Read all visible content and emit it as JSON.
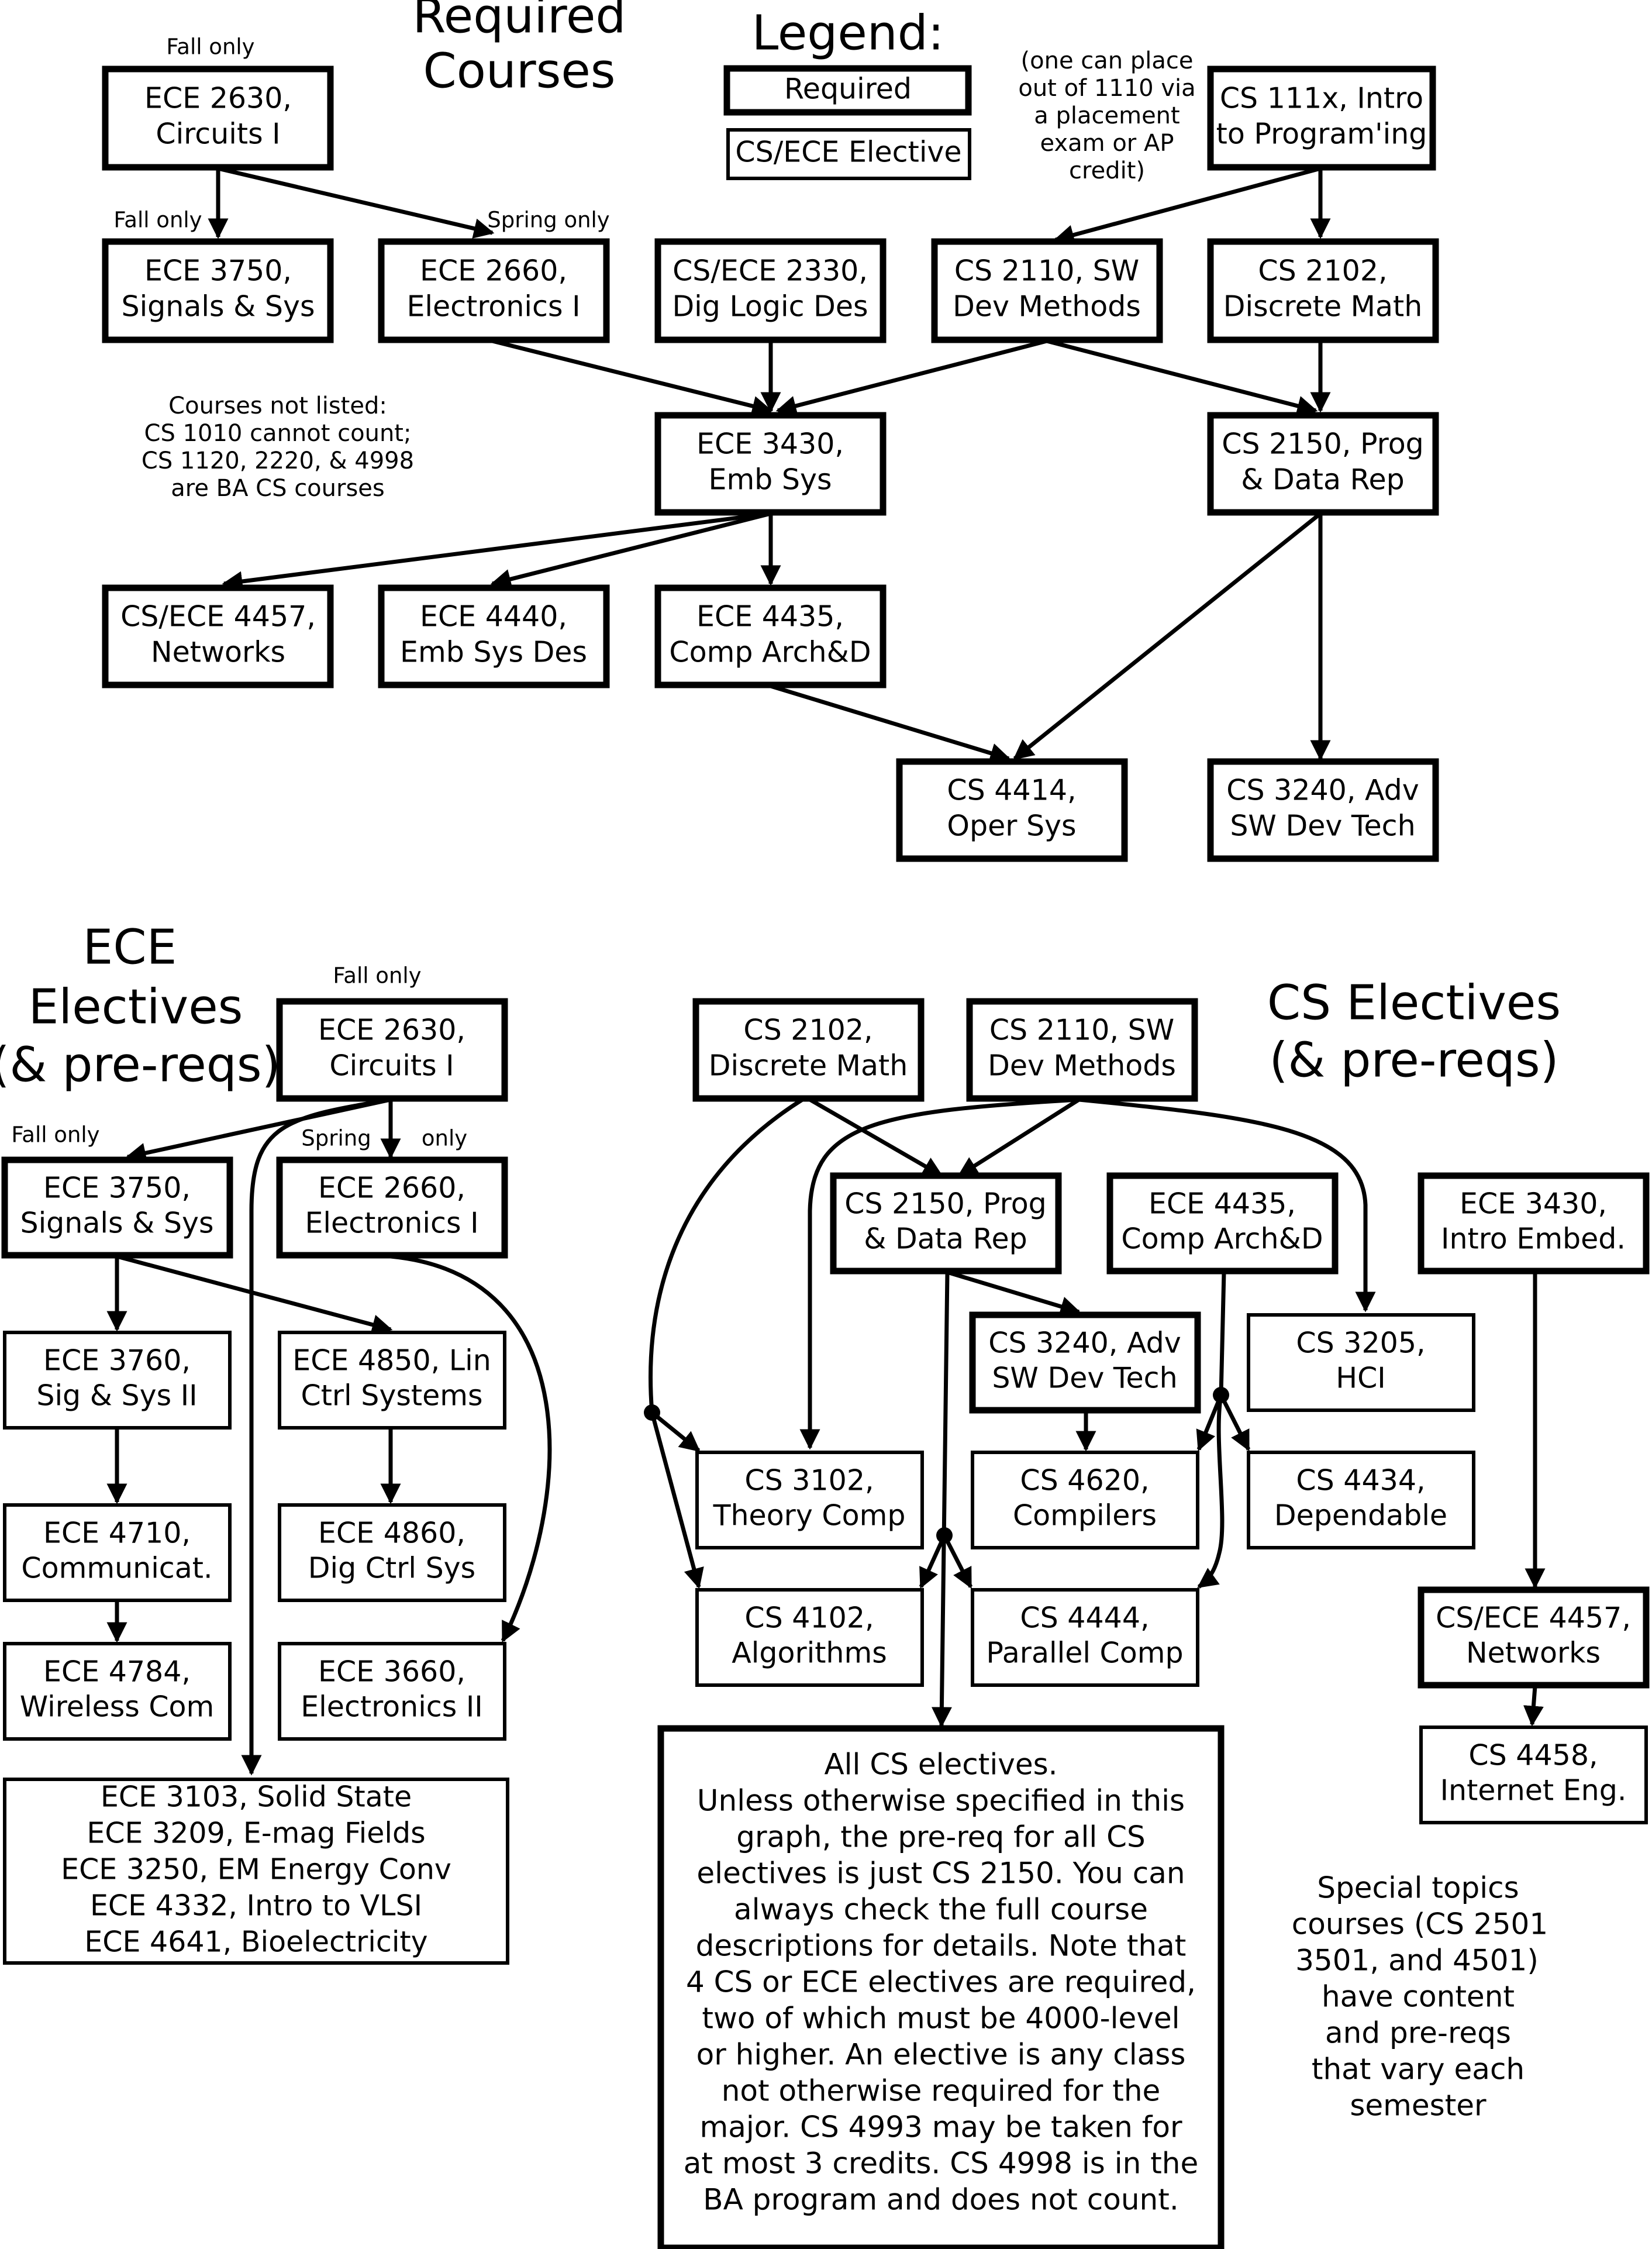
{
  "headers": {
    "required": [
      "Required",
      "Courses"
    ],
    "legend": "Legend:",
    "ece_electives": [
      "ECE",
      "Electives",
      "(& pre-reqs)"
    ],
    "cs_electives": [
      "CS Electives",
      "(& pre-reqs)"
    ]
  },
  "legend": {
    "required_label": "Required",
    "elective_label": "CS/ECE Elective"
  },
  "notes": {
    "placement": [
      "(one can place",
      "out of 1110 via",
      "a placement",
      "exam or AP",
      "credit)"
    ],
    "not_listed": [
      "Courses not listed:",
      "CS 1010 cannot count;",
      "CS 1120, 2220, & 4998",
      "are BA CS courses"
    ],
    "special_topics": [
      "Special topics",
      "courses (CS 2501",
      "3501, and 4501)",
      "have content",
      "and pre-reqs",
      "that vary each",
      "semester"
    ]
  },
  "annotations": {
    "fall_only": "Fall only",
    "spring_only": "Spring only",
    "spring": "Spring",
    "only": "only"
  },
  "required_courses": [
    {
      "id": "ece2630",
      "lines": [
        "ECE 2630,",
        "Circuits I"
      ]
    },
    {
      "id": "cs111x",
      "lines": [
        "CS 111x, Intro",
        "to Program'ing"
      ]
    },
    {
      "id": "ece3750",
      "lines": [
        "ECE 3750,",
        "Signals & Sys"
      ]
    },
    {
      "id": "ece2660",
      "lines": [
        "ECE 2660,",
        "Electronics I"
      ]
    },
    {
      "id": "cs2330",
      "lines": [
        "CS/ECE 2330,",
        "Dig Logic Des"
      ]
    },
    {
      "id": "cs2110",
      "lines": [
        "CS 2110, SW",
        "Dev Methods"
      ]
    },
    {
      "id": "cs2102",
      "lines": [
        "CS 2102,",
        "Discrete Math"
      ]
    },
    {
      "id": "ece3430",
      "lines": [
        "ECE 3430,",
        "Emb Sys"
      ]
    },
    {
      "id": "cs2150",
      "lines": [
        "CS 2150, Prog",
        "& Data Rep"
      ]
    },
    {
      "id": "cs4457",
      "lines": [
        "CS/ECE 4457,",
        "Networks"
      ]
    },
    {
      "id": "ece4440",
      "lines": [
        "ECE 4440,",
        "Emb Sys Des"
      ]
    },
    {
      "id": "ece4435",
      "lines": [
        "ECE 4435,",
        "Comp Arch&D"
      ]
    },
    {
      "id": "cs4414",
      "lines": [
        "CS 4414,",
        "Oper Sys"
      ]
    },
    {
      "id": "cs3240",
      "lines": [
        "CS 3240, Adv",
        "SW Dev Tech"
      ]
    }
  ],
  "ece_elective_courses": [
    {
      "id": "e_ece2630",
      "lines": [
        "ECE 2630,",
        "Circuits I"
      ]
    },
    {
      "id": "e_ece3750",
      "lines": [
        "ECE 3750,",
        "Signals & Sys"
      ]
    },
    {
      "id": "e_ece2660",
      "lines": [
        "ECE 2660,",
        "Electronics I"
      ]
    },
    {
      "id": "e_ece3760",
      "lines": [
        "ECE 3760,",
        "Sig & Sys II"
      ]
    },
    {
      "id": "e_ece4850",
      "lines": [
        "ECE 4850, Lin",
        "Ctrl Systems"
      ]
    },
    {
      "id": "e_ece4710",
      "lines": [
        "ECE 4710,",
        "Communicat."
      ]
    },
    {
      "id": "e_ece4860",
      "lines": [
        "ECE 4860,",
        "Dig Ctrl Sys"
      ]
    },
    {
      "id": "e_ece4784",
      "lines": [
        "ECE 4784,",
        "Wireless Com"
      ]
    },
    {
      "id": "e_ece3660",
      "lines": [
        "ECE 3660,",
        "Electronics II"
      ]
    },
    {
      "id": "e_list",
      "lines": [
        "ECE 3103, Solid State",
        "ECE 3209, E-mag Fields",
        "ECE 3250, EM Energy Conv",
        "ECE 4332, Intro to VLSI",
        "ECE 4641, Bioelectricity"
      ]
    }
  ],
  "cs_elective_courses": [
    {
      "id": "c_cs2102",
      "lines": [
        "CS 2102,",
        "Discrete Math"
      ]
    },
    {
      "id": "c_cs2110",
      "lines": [
        "CS 2110, SW",
        "Dev Methods"
      ]
    },
    {
      "id": "c_cs2150",
      "lines": [
        "CS 2150, Prog",
        "& Data Rep"
      ]
    },
    {
      "id": "c_ece4435",
      "lines": [
        "ECE 4435,",
        "Comp Arch&D"
      ]
    },
    {
      "id": "c_ece3430",
      "lines": [
        "ECE 3430,",
        "Intro Embed."
      ]
    },
    {
      "id": "c_cs3240",
      "lines": [
        "CS 3240, Adv",
        "SW Dev Tech"
      ]
    },
    {
      "id": "c_cs3205",
      "lines": [
        "CS 3205,",
        "HCI"
      ]
    },
    {
      "id": "c_cs3102",
      "lines": [
        "CS 3102,",
        "Theory Comp"
      ]
    },
    {
      "id": "c_cs4620",
      "lines": [
        "CS 4620,",
        "Compilers"
      ]
    },
    {
      "id": "c_cs4434",
      "lines": [
        "CS 4434,",
        "Dependable"
      ]
    },
    {
      "id": "c_cs4102",
      "lines": [
        "CS 4102,",
        "Algorithms"
      ]
    },
    {
      "id": "c_cs4444",
      "lines": [
        "CS 4444,",
        "Parallel Comp"
      ]
    },
    {
      "id": "c_cs4457",
      "lines": [
        "CS/ECE 4457,",
        "Networks"
      ]
    },
    {
      "id": "c_cs4458",
      "lines": [
        "CS 4458,",
        "Internet Eng."
      ]
    },
    {
      "id": "c_all",
      "lines": [
        "All CS electives.",
        "Unless otherwise specified in this",
        "graph, the pre-req for all CS",
        "electives is just CS 2150.  You can",
        "always check the full course",
        "descriptions for details.  Note that",
        "4 CS or ECE electives are required,",
        "two of which must be 4000-level",
        "or higher.  An elective is any class",
        "not otherwise required for the",
        "major.  CS 4993 may be taken for",
        "at most 3 credits.  CS 4998 is in the",
        "BA program and does not count."
      ]
    }
  ]
}
